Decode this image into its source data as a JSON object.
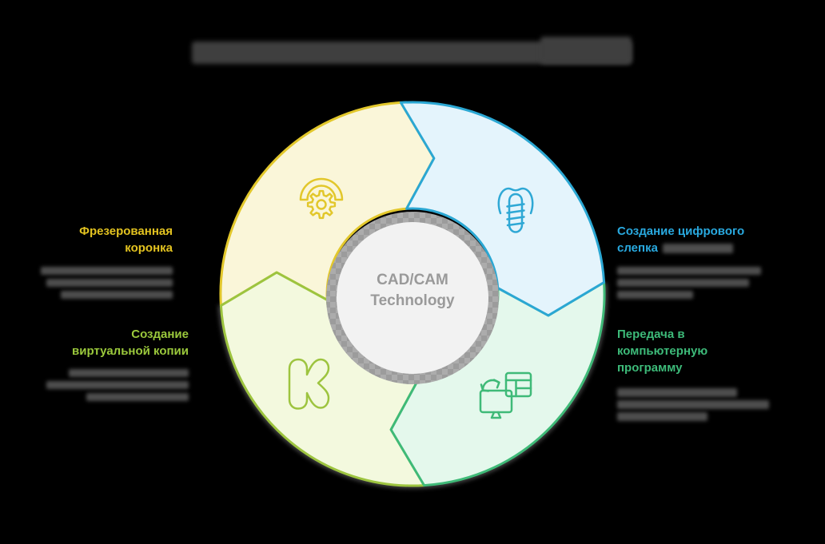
{
  "background_color": "#000000",
  "title": {
    "redacted": true
  },
  "center": {
    "line1": "CAD/CAM",
    "line2": "Technology"
  },
  "palette": {
    "yellow_fill": "#FAF6D9",
    "yellow_stroke": "#E2C72B",
    "blue_fill": "#E4F4FC",
    "blue_stroke": "#2BA7D3",
    "green_fill": "#E4F8EC",
    "green_stroke": "#3FBA78",
    "lime_fill": "#F3F9DE",
    "lime_stroke": "#9DC43F",
    "center_fill": "#F2F2F2",
    "ring_gray": "#A6A6A6",
    "center_text": "#9A9A9A"
  },
  "stages": {
    "milled_crown": {
      "heading_line1": "Фрезерованная",
      "heading_line2": "коронка",
      "accent": "#E3C320",
      "icon": "milling-machine-icon",
      "body_redacted_lines": 3
    },
    "digital_impression": {
      "heading_line1": "Создание цифрового",
      "heading_line2": "слепка",
      "accent": "#29A9DF",
      "icon": "dental-implant-icon",
      "body_redacted_lines": 3
    },
    "computer_transfer": {
      "heading_line1": "Передача в",
      "heading_line2": "компьютерную",
      "heading_line3": "программу",
      "accent": "#3DBA79",
      "icon": "monitor-data-transfer-icon",
      "body_redacted_lines": 3
    },
    "virtual_copy": {
      "heading_line1": "Создание",
      "heading_line2": "виртуальной копии",
      "accent": "#9BC93C",
      "icon": "letter-k-icon",
      "body_redacted_lines": 3
    }
  }
}
